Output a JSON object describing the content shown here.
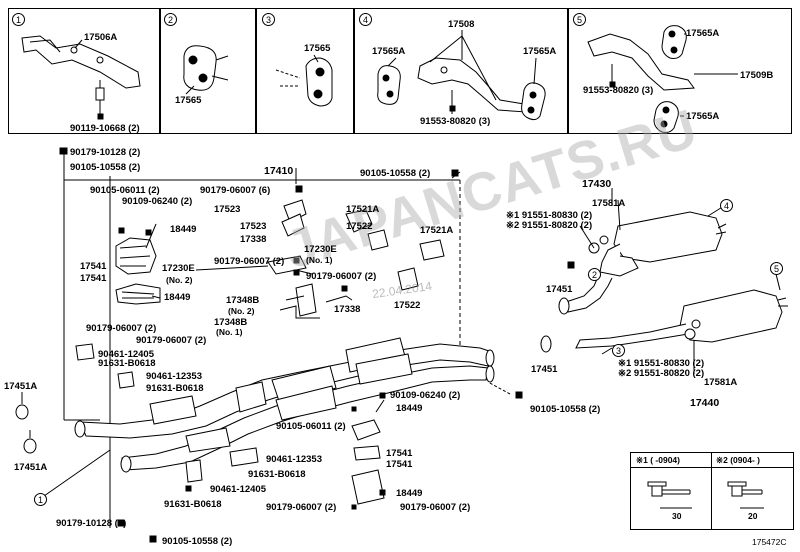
{
  "panels": [
    {
      "num": "1",
      "labels": [
        "17506A",
        "90119-10668 (2)"
      ]
    },
    {
      "num": "2",
      "labels": [
        "17565"
      ]
    },
    {
      "num": "3",
      "labels": [
        "17565"
      ]
    },
    {
      "num": "4",
      "labels": [
        "17508",
        "17565A",
        "17565A",
        "91553-80820 (3)"
      ]
    },
    {
      "num": "5",
      "labels": [
        "17565A",
        "17509B",
        "91553-80820 (3)",
        "17565A"
      ]
    }
  ],
  "main_labels": {
    "l_90179_10128_top": "90179-10128 (2)",
    "l_90105_10558_top": "90105-10558 (2)",
    "l_90105_06011": "90105-06011 (2)",
    "l_90109_06240": "90109-06240 (2)",
    "l_18449_a": "18449",
    "l_17541_a": "17541",
    "l_17541_b": "17541",
    "l_18449_b": "18449",
    "l_90179_06007_a": "90179-06007 (2)",
    "l_90179_06007_b": "90179-06007 (2)",
    "l_90461_12405_a": "90461-12405",
    "l_91631_b0618_a": "91631-B0618",
    "l_90461_12353_a": "90461-12353",
    "l_91631_b0618_b": "91631-B0618",
    "l_17451a_left": "17451A",
    "l_17451a_left2": "17451A",
    "l_17410": "17410",
    "l_90179_06007_c": "90179-06007 (6)",
    "l_90105_10558_mid": "90105-10558 (2)",
    "l_17523_a": "17523",
    "l_17523_b": "17523",
    "l_17338_a": "17338",
    "l_17521a_a": "17521A",
    "l_17522_a": "17522",
    "l_17521a_b": "17521A",
    "l_17230e_a": "17230E",
    "l_no2_a": "(No. 2)",
    "l_90179_06007_d": "90179-06007 (2)",
    "l_17230e_b": "17230E",
    "l_no1_a": "(No. 1)",
    "l_90179_06007_e": "90179-06007 (2)",
    "l_17348b_a": "17348B",
    "l_no2_b": "(No. 2)",
    "l_17338_b": "17338",
    "l_17522_b": "17522",
    "l_17348b_b": "17348B",
    "l_no1_b": "(No. 1)",
    "l_17430": "17430",
    "l_17581a_a": "17581A",
    "l_ref1_a": "※1 91551-80830 (2)",
    "l_ref2_a": "※2 91551-80820 (2)",
    "l_17451_a": "17451",
    "l_17451_b": "17451",
    "l_ref1_b": "※1 91551-80830 (2)",
    "l_ref2_b": "※2 91551-80820 (2)",
    "l_17581a_b": "17581A",
    "l_17440": "17440",
    "l_90105_10558_r": "90105-10558 (2)",
    "l_90109_06240_b": "90109-06240 (2)",
    "l_18449_c": "18449",
    "l_90105_06011_b": "90105-06011 (2)",
    "l_17541_c": "17541",
    "l_17541_d": "17541",
    "l_90461_12353_b": "90461-12353",
    "l_91631_b0618_c": "91631-B0618",
    "l_90461_12405_b": "90461-12405",
    "l_91631_b0618_d": "91631-B0618",
    "l_18449_d": "18449",
    "l_90179_06007_f": "90179-06007 (2)",
    "l_90179_06007_g": "90179-06007 (2)",
    "l_90179_10128_bot": "90179-10128 (2)",
    "l_90105_10558_bot": "90105-10558 (2)",
    "diagram_code": "175472C"
  },
  "callouts": {
    "c1": "1",
    "c2": "2",
    "c3": "3",
    "c4": "4",
    "c5": "5",
    "c1b": "1"
  },
  "legend": {
    "h1": "※1 (      -0904)",
    "h2": "※2 (0904-      )",
    "d1": "30",
    "d2": "20"
  },
  "watermark": {
    "site": "JAPANCATS.RU",
    "date": "22.04.2014"
  }
}
